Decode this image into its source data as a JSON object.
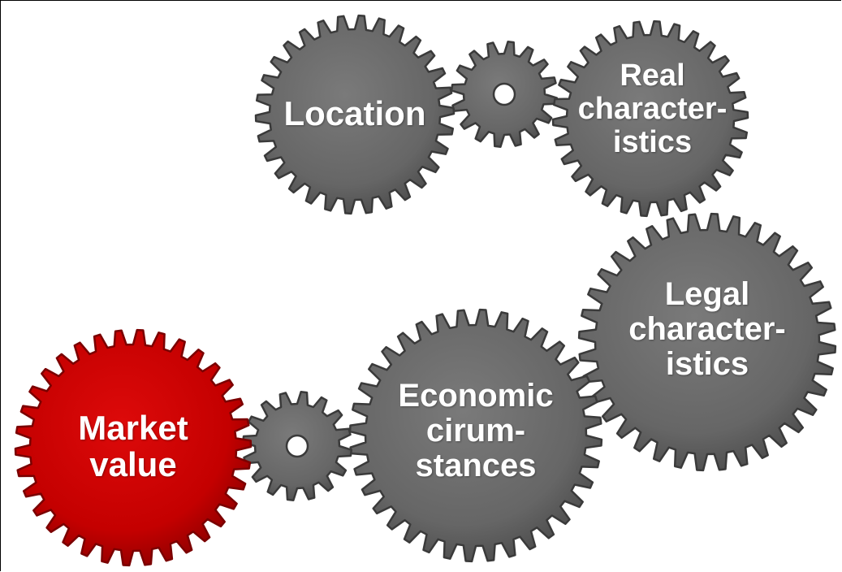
{
  "colors": {
    "gear_gray": "#666666",
    "gear_gray_dark": "#3a3a3a",
    "gear_red": "#cc0000",
    "gear_red_dark": "#7a0000",
    "label_text": "#ffffff"
  },
  "gears": {
    "location": {
      "label": "Location",
      "color": "gray"
    },
    "small_top": {
      "color": "gray"
    },
    "real": {
      "label": "Real\ncharacter-\nistics",
      "color": "gray"
    },
    "legal": {
      "label": "Legal\ncharacter-\nistics",
      "color": "gray"
    },
    "economic": {
      "label": "Economic\ncirum-\nstances",
      "color": "gray"
    },
    "small_bottom": {
      "color": "gray"
    },
    "market": {
      "label": "Market\nvalue",
      "color": "red"
    }
  }
}
